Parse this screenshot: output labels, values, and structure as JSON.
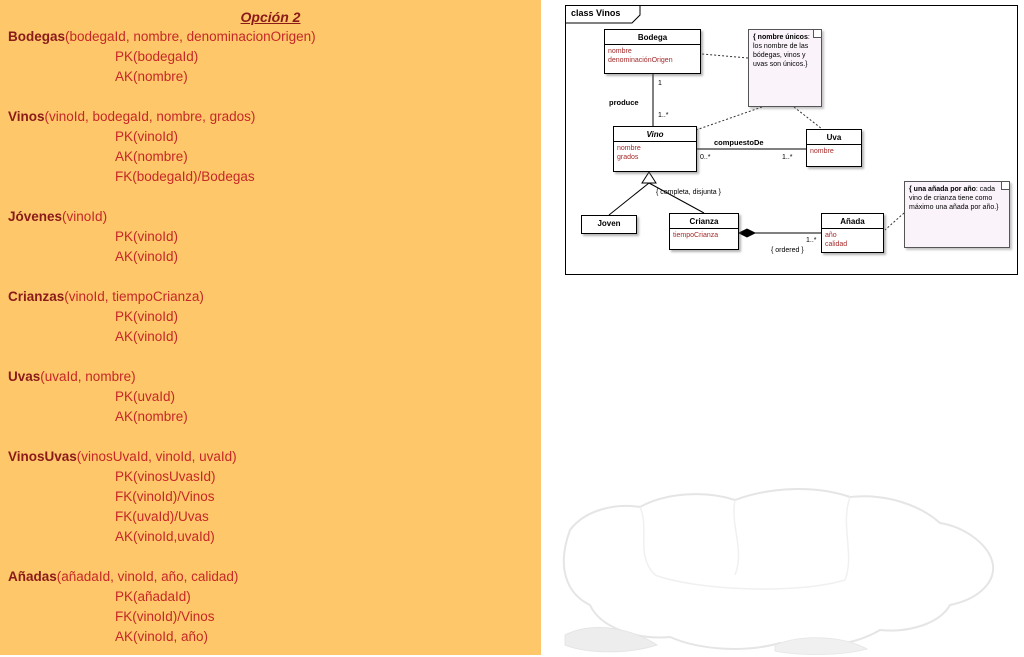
{
  "colors": {
    "panel_bg": "#fdc76a",
    "relation_name": "#8b1a1a",
    "relation_body": "#c62828",
    "uml_attribute": "#a52a2a",
    "note_bg": "#faf3fa"
  },
  "left_panel": {
    "title": "Opción 2",
    "relations": [
      {
        "name": "Bodegas",
        "signature": "(bodegaId, nombre, denominacionOrigen)",
        "constraints": [
          "PK(bodegaId)",
          "AK(nombre)"
        ]
      },
      {
        "name": "Vinos",
        "signature": "(vinoId, bodegaId, nombre, grados)",
        "constraints": [
          "PK(vinoId)",
          "AK(nombre)",
          "FK(bodegaId)/Bodegas"
        ]
      },
      {
        "name": "Jóvenes",
        "signature": "(vinoId)",
        "constraints": [
          "PK(vinoId)",
          "AK(vinoId)"
        ]
      },
      {
        "name": "Crianzas",
        "signature": "(vinoId, tiempoCrianza)",
        "constraints": [
          "PK(vinoId)",
          "AK(vinoId)"
        ]
      },
      {
        "name": "Uvas",
        "signature": "(uvaId, nombre)",
        "constraints": [
          "PK(uvaId)",
          "AK(nombre)"
        ]
      },
      {
        "name": "VinosUvas",
        "signature": "(vinosUvaId, vinoId, uvaId)",
        "constraints": [
          "PK(vinosUvasId)",
          "FK(vinoId)/Vinos",
          "FK(uvaId)/Uvas",
          "AK(vinoId,uvaId)"
        ]
      },
      {
        "name": "Añadas",
        "signature": "(añadaId,  vinoId, año, calidad)",
        "constraints": [
          "PK(añadaId)",
          "FK(vinoId)/Vinos",
          "AK(vinoId, año)"
        ]
      }
    ]
  },
  "diagram": {
    "frame_label": "class Vinos",
    "classes": {
      "bodega": {
        "title": "Bodega",
        "attributes": [
          "nombre",
          "denominaciónOrigen"
        ]
      },
      "vino": {
        "title": "Vino",
        "attributes": [
          "nombre",
          "grados"
        ]
      },
      "uva": {
        "title": "Uva",
        "attributes": [
          "nombre"
        ]
      },
      "joven": {
        "title": "Joven",
        "attributes": []
      },
      "crianza": {
        "title": "Crianza",
        "attributes": [
          "tiempoCrianza"
        ]
      },
      "anada": {
        "title": "Añada",
        "attributes": [
          "año",
          "calidad"
        ]
      }
    },
    "notes": {
      "nombres_unicos": {
        "bold": "{ nombre únicos",
        "rest": ": los nombre de las bódegas, vinos y uvas son únicos.}"
      },
      "anada_por_ano": {
        "bold": "{ una añada por año",
        "rest": ": cada vino de crianza tiene como máximo una añada por año.}"
      }
    },
    "associations": {
      "produce": {
        "label": "produce",
        "source_mult": "1",
        "target_mult": "1..*"
      },
      "compuesto_de": {
        "label": "compuestoDe",
        "source_mult": "0..*",
        "target_mult": "1..*"
      },
      "generalization": {
        "constraint": "{ completa, disjunta }"
      },
      "composition": {
        "mult": "1..*",
        "constraint": "{ ordered }"
      }
    }
  }
}
